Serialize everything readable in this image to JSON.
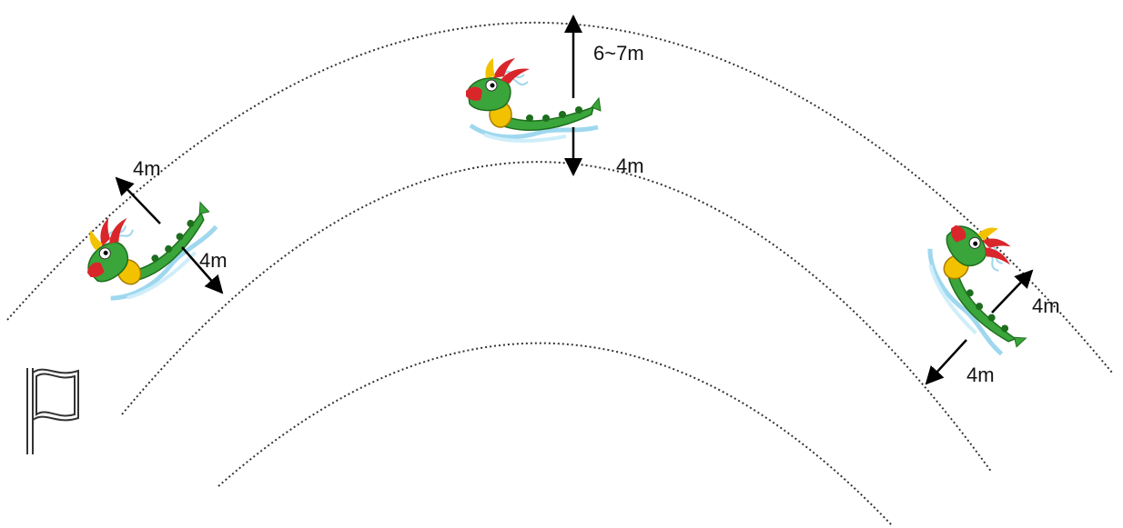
{
  "labels": {
    "outer_lane_width": "6~7m",
    "top_inner_gap": "4m",
    "left_outer_gap": "4m",
    "left_inner_gap": "4m",
    "right_outer_gap": "4m",
    "right_inner_gap": "4m"
  },
  "icons": {
    "boat": "dragon-boat-icon",
    "flag": "flag-icon"
  },
  "colors": {
    "track_line": "#333333",
    "arrow": "#000000",
    "dragon_body": "#3aa53a",
    "dragon_head_red": "#d9262b",
    "dragon_yellow": "#f2c200",
    "water": "#9fd8ee"
  }
}
